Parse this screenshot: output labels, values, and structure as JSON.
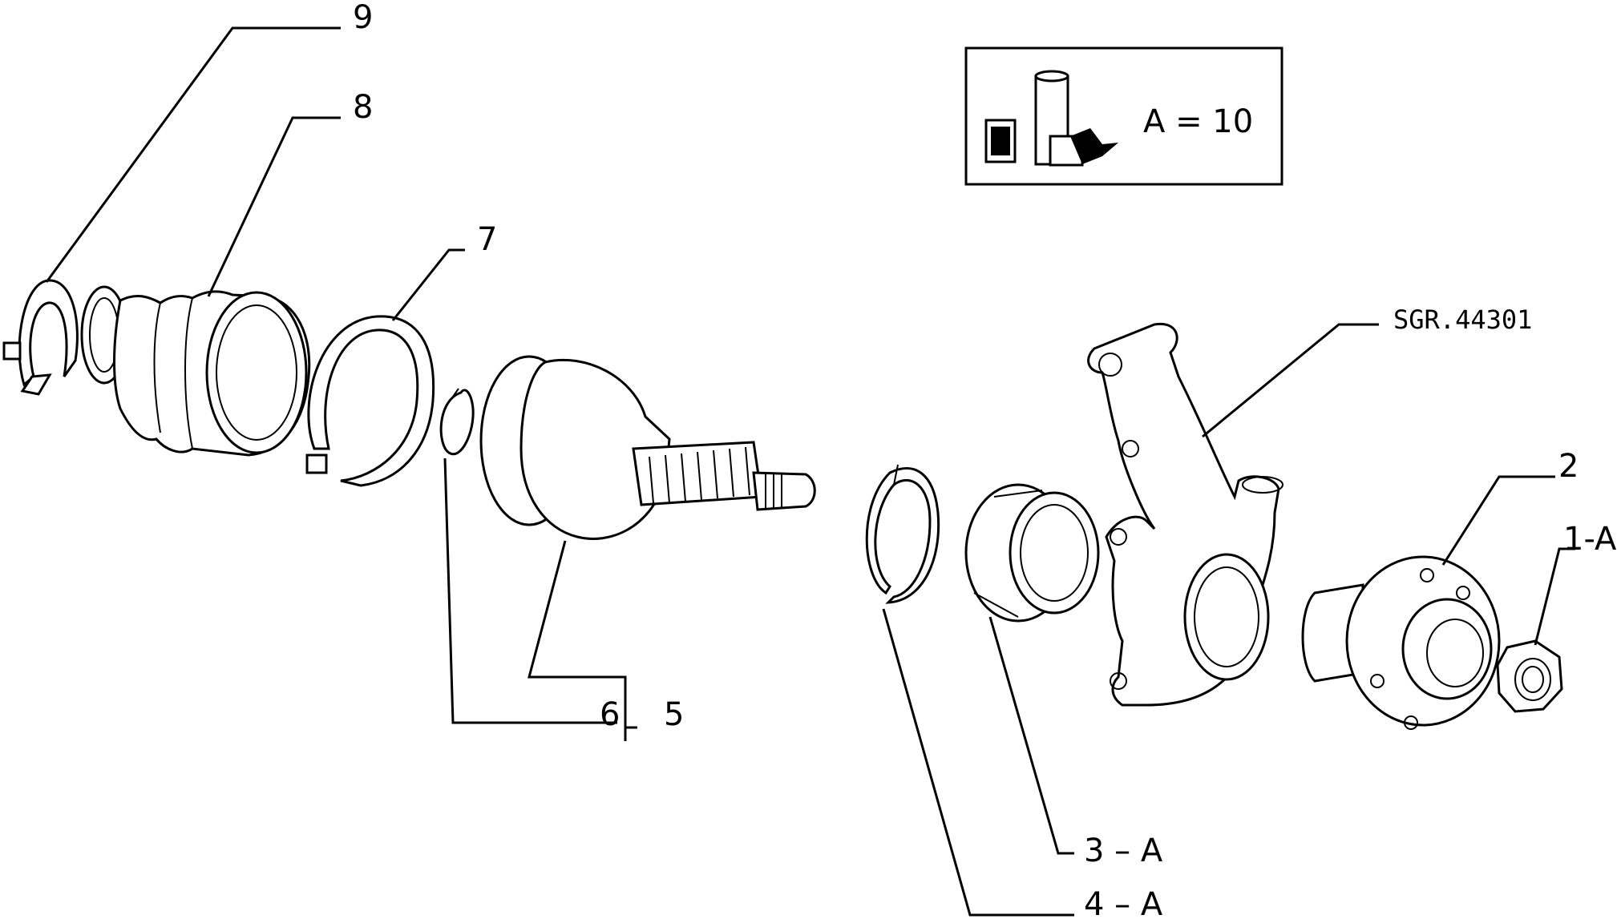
{
  "drawing_code": "SGR.44301",
  "torque_note": {
    "text": "A = 10"
  },
  "callouts": {
    "c9": "9",
    "c8": "8",
    "c7": "7",
    "c6": "6",
    "c5": "5",
    "c2": "2",
    "c1a": "1-A",
    "c3a": "3 – A",
    "c4a": "4 – A"
  },
  "colors": {
    "ink": "#000000",
    "paper": "#ffffff"
  }
}
